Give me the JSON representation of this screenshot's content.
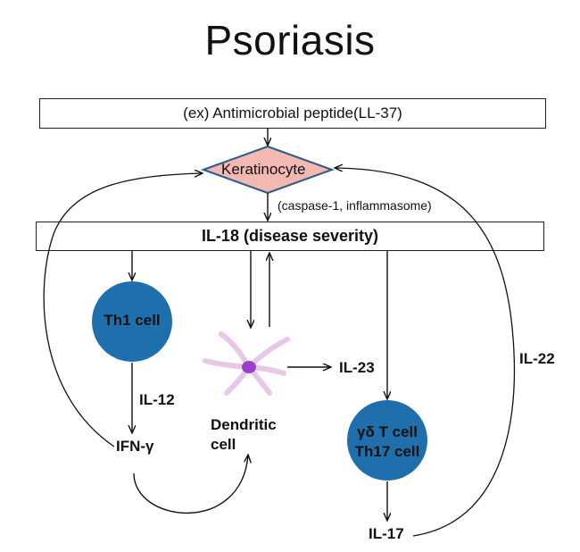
{
  "title": "Psoriasis",
  "nodes": {
    "antimicrobial": "(ex) Antimicrobial peptide(LL-37)",
    "keratinocyte": "Keratinocyte",
    "il18": "IL-18 (disease severity)",
    "th1": "Th1 cell",
    "dendritic_line1": "Dendritic",
    "dendritic_line2": "cell",
    "gd_line1": "γδ T cell",
    "gd_line2": "Th17 cell"
  },
  "labels": {
    "caspase": "(caspase-1, inflammasome)",
    "il12": "IL-12",
    "ifn": "IFN-γ",
    "il23": "IL-23",
    "il22": "IL-22",
    "il17": "IL-17"
  },
  "colors": {
    "keratinocyte_fill": "#f4b8b3",
    "keratinocyte_stroke": "#2b5c8a",
    "cell_fill": "#1f6fad",
    "dendritic_arms": "#e8c8e8",
    "dendritic_nucleus": "#9b3fcf"
  }
}
